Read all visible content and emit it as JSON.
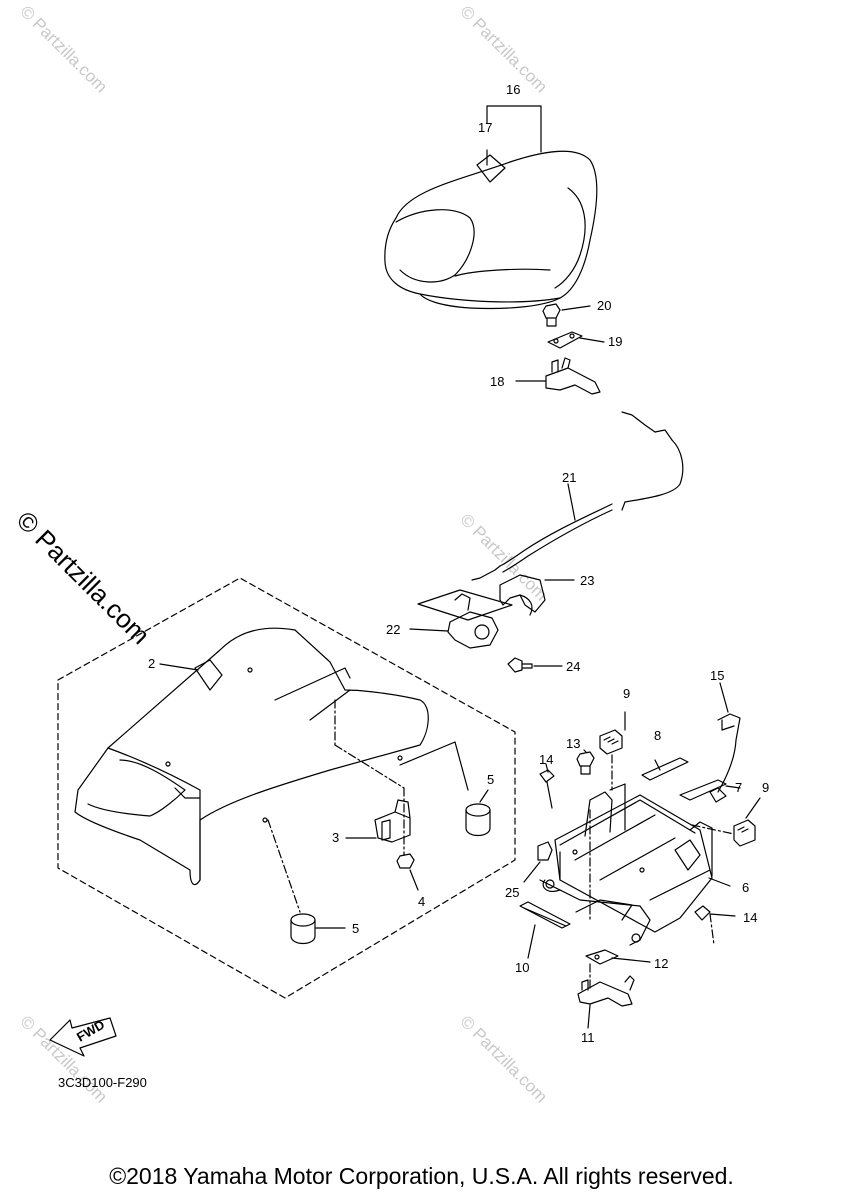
{
  "watermark": {
    "small_text": "© Partzilla.com",
    "big_text": "© Partzilla.com"
  },
  "diagram_code": "3C3D100-F290",
  "fwd_label": "FWD",
  "copyright": "©2018 Yamaha Motor Corporation, U.S.A. All rights reserved.",
  "callouts": [
    "2",
    "3",
    "4",
    "5",
    "5",
    "6",
    "7",
    "8",
    "9",
    "9",
    "10",
    "11",
    "12",
    "13",
    "14",
    "14",
    "15",
    "16",
    "17",
    "18",
    "19",
    "20",
    "21",
    "22",
    "23",
    "24",
    "25"
  ]
}
